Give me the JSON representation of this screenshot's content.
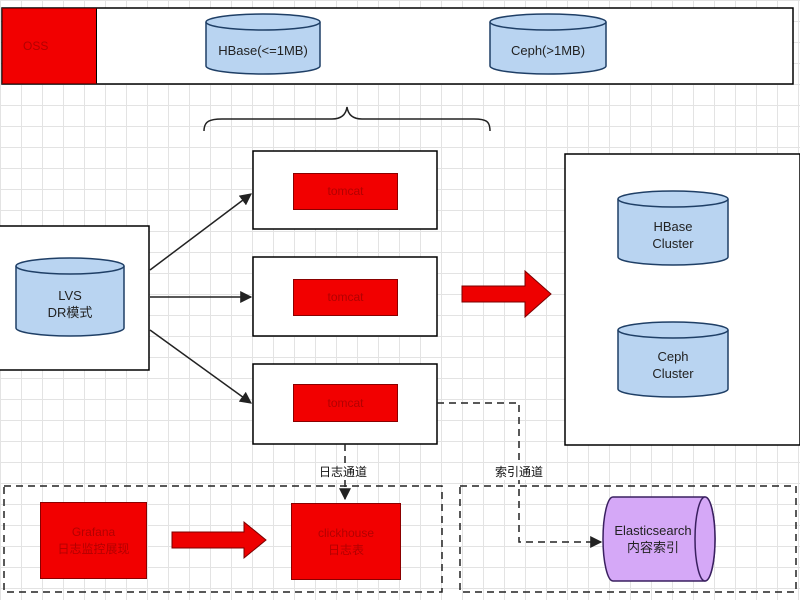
{
  "colors": {
    "accent_red": "#f20000",
    "cylinder_blue": "#b9d4f1",
    "cylinder_purple": "#d5a8f7",
    "line": "#222222"
  },
  "top_bar": {
    "oss_label": "OSS",
    "hbase_label": "HBase(<=1MB)",
    "ceph_label": "Ceph(>1MB)"
  },
  "lvs": {
    "line1": "LVS",
    "line2": "DR模式"
  },
  "tomcats": [
    "tomcat",
    "tomcat",
    "tomcat"
  ],
  "cluster": {
    "hbase_line1": "HBase",
    "hbase_line2": "Cluster",
    "ceph_line1": "Ceph",
    "ceph_line2": "Cluster"
  },
  "log_channel_label": "日志通道",
  "index_channel_label": "索引通道",
  "monitor": {
    "grafana_line1": "Grafana",
    "grafana_line2": "日志监控展现",
    "clickhouse_line1": "clickhouse",
    "clickhouse_line2": "日志表"
  },
  "search": {
    "line1": "Elasticsearch",
    "line2": "内容索引"
  }
}
